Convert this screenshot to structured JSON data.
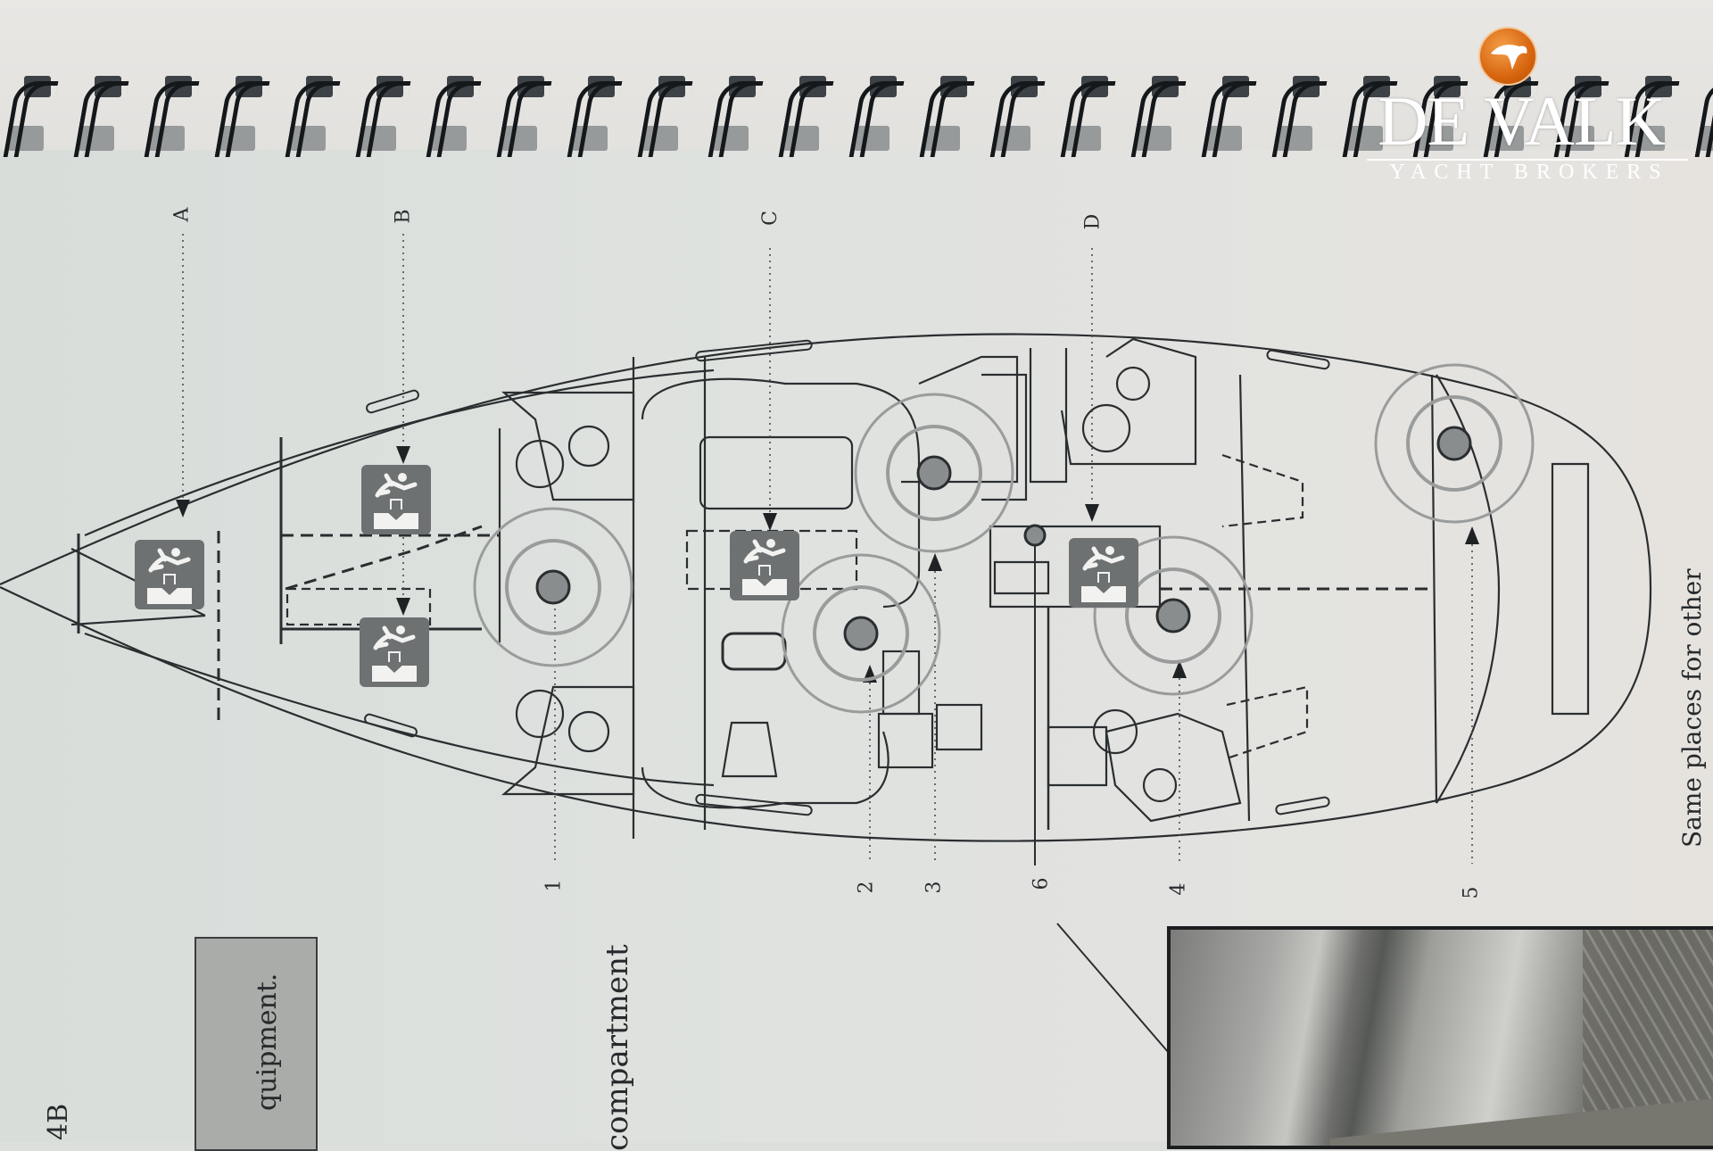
{
  "document": {
    "type": "Yacht owner's manual page - safety equipment layout",
    "watermark": {
      "brand": "DE VALK",
      "tagline": "YACHT BROKERS",
      "badge_icon": "falcon-icon",
      "badge_color": "#d8650f"
    },
    "escape_hatch_markers": [
      {
        "label": "A",
        "icon": "escape-hatch-icon"
      },
      {
        "label": "B",
        "icon": "escape-hatch-icon"
      },
      {
        "label": "C",
        "icon": "escape-hatch-icon"
      },
      {
        "label": "D",
        "icon": "escape-hatch-icon"
      }
    ],
    "equipment_markers": [
      {
        "label": "1"
      },
      {
        "label": "2"
      },
      {
        "label": "3"
      },
      {
        "label": "6"
      },
      {
        "label": "4"
      },
      {
        "label": "5"
      }
    ],
    "text_fragments": {
      "left_heading_fragment": "4B",
      "boxed_note": "quipment.",
      "compartment_text": "compartment",
      "right_side_text": "Same places for other"
    },
    "colors": {
      "line": "#2b2e30",
      "marker_circle": "#8a8d8e",
      "ring": "#9a9c9c",
      "icon_bg": "#6e7172"
    }
  }
}
